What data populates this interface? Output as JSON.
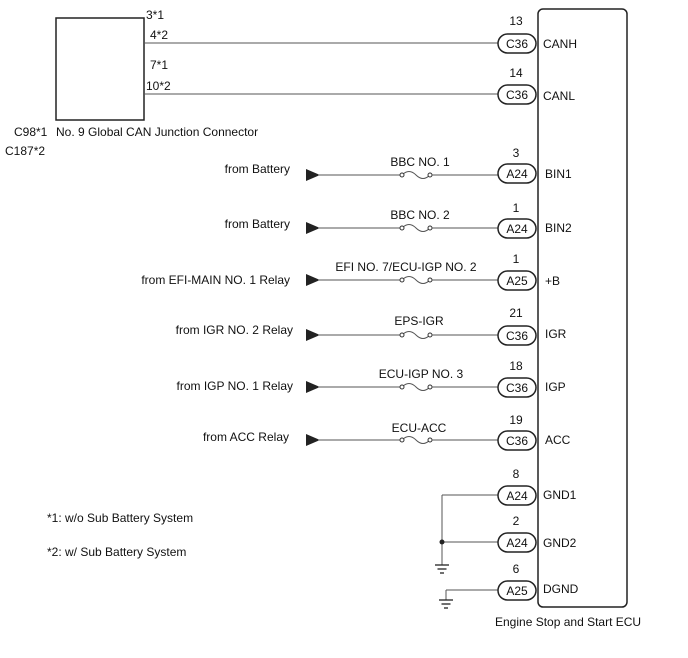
{
  "junction": {
    "name": "No. 9 Global CAN Junction Connector",
    "code_1": "C98*1",
    "code_2": "C187*2",
    "canh_pins": [
      "3*1",
      "4*2"
    ],
    "canl_pins": [
      "7*1",
      "10*2"
    ]
  },
  "ecu": {
    "name": "Engine Stop and Start ECU"
  },
  "notes": [
    "*1: w/o Sub Battery System",
    "*2: w/ Sub Battery System"
  ],
  "terminals": [
    {
      "pin": "13",
      "connector": "C36",
      "label": "CANH"
    },
    {
      "pin": "14",
      "connector": "C36",
      "label": "CANL"
    },
    {
      "pin": "3",
      "connector": "A24",
      "label": "BIN1",
      "source": "from Battery",
      "fuse": "BBC NO. 1"
    },
    {
      "pin": "1",
      "connector": "A24",
      "label": "BIN2",
      "source": "from Battery",
      "fuse": "BBC NO. 2"
    },
    {
      "pin": "1",
      "connector": "A25",
      "label": "+B",
      "source": "from EFI-MAIN NO. 1 Relay",
      "fuse": "EFI NO. 7/ECU-IGP NO. 2"
    },
    {
      "pin": "21",
      "connector": "C36",
      "label": "IGR",
      "source": "from IGR NO. 2 Relay",
      "fuse": "EPS-IGR"
    },
    {
      "pin": "18",
      "connector": "C36",
      "label": "IGP",
      "source": "from IGP NO. 1 Relay",
      "fuse": "ECU-IGP NO. 3"
    },
    {
      "pin": "19",
      "connector": "C36",
      "label": "ACC",
      "source": "from ACC Relay",
      "fuse": "ECU-ACC"
    },
    {
      "pin": "8",
      "connector": "A24",
      "label": "GND1"
    },
    {
      "pin": "2",
      "connector": "A24",
      "label": "GND2"
    },
    {
      "pin": "6",
      "connector": "A25",
      "label": "DGND"
    }
  ]
}
